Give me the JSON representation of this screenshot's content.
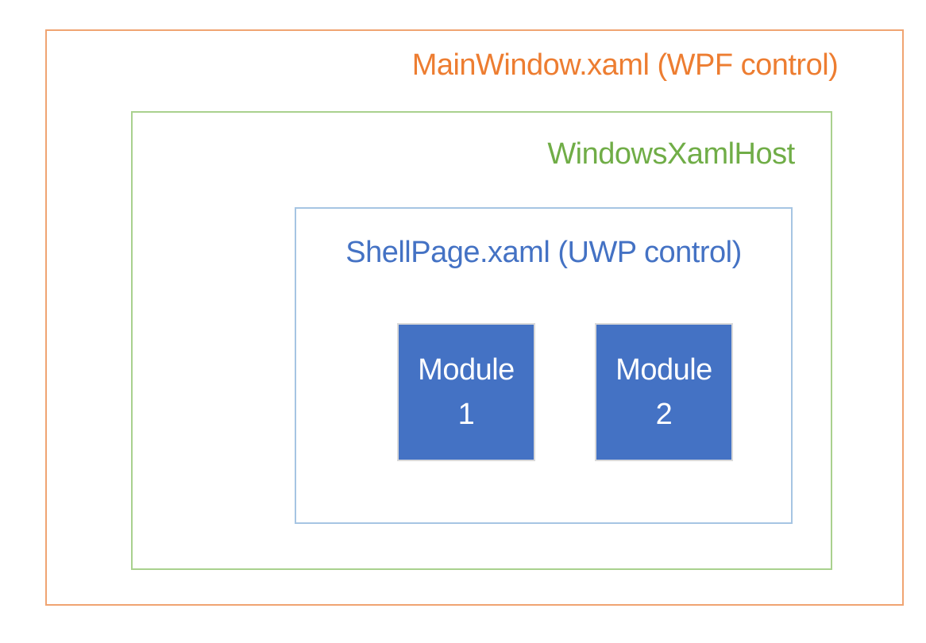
{
  "diagram": {
    "title": "WPF / UWP XAML hosting diagram",
    "outer_box": {
      "label": "MainWindow.xaml (WPF control)",
      "text_color": "#ED7D31",
      "border_color": "#F0A472"
    },
    "host_box": {
      "label": "WindowsXamlHost",
      "text_color": "#70AD47",
      "border_color": "#A9D18E"
    },
    "shell_box": {
      "label": "ShellPage.xaml (UWP control)",
      "text_color": "#4472C4",
      "border_color": "#A6C5E3"
    },
    "modules": [
      {
        "line1": "Module",
        "line2": "1",
        "fill_color": "#4472C4",
        "border_color": "#D9D9D9",
        "text_color": "#FFFFFF"
      },
      {
        "line1": "Module",
        "line2": "2",
        "fill_color": "#4472C4",
        "border_color": "#D9D9D9",
        "text_color": "#FFFFFF"
      }
    ],
    "background_color": "#FFFFFF"
  }
}
